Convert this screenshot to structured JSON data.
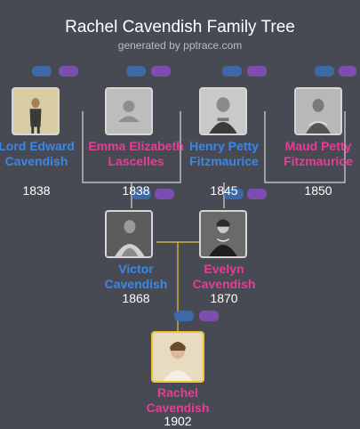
{
  "header": {
    "title": "Rachel Cavendish Family Tree",
    "subtitle": "generated by pptrace.com"
  },
  "people": [
    {
      "name": "Lord Edward Cavendish",
      "year": "1838",
      "gender": "male",
      "photo": "portrait-photo"
    },
    {
      "name": "Emma Elizabeth Lascelles",
      "year": "1838",
      "gender": "female",
      "photo": "placeholder-avatar"
    },
    {
      "name": "Henry Petty Fitzmaurice",
      "year": "1845",
      "gender": "male",
      "photo": "portrait-photo"
    },
    {
      "name": "Maud Petty Fitzmaurice",
      "year": "1850",
      "gender": "female",
      "photo": "portrait-photo"
    },
    {
      "name": "Victor Cavendish",
      "year": "1868",
      "gender": "male",
      "photo": "portrait-photo"
    },
    {
      "name": "Evelyn Cavendish",
      "year": "1870",
      "gender": "female",
      "photo": "portrait-photo"
    },
    {
      "name": "Rachel Cavendish",
      "year": "1902",
      "gender": "female",
      "photo": "portrait-photo",
      "highlighted": true
    }
  ],
  "colors": {
    "background": "#474a52",
    "male_name": "#3a87e8",
    "female_name": "#e63d96",
    "male_control": "#3d6aa6",
    "female_control": "#7d4eb0",
    "root_border": "#f0c23a",
    "connector": "#d8d8d8",
    "root_connector": "#f0c23a"
  }
}
